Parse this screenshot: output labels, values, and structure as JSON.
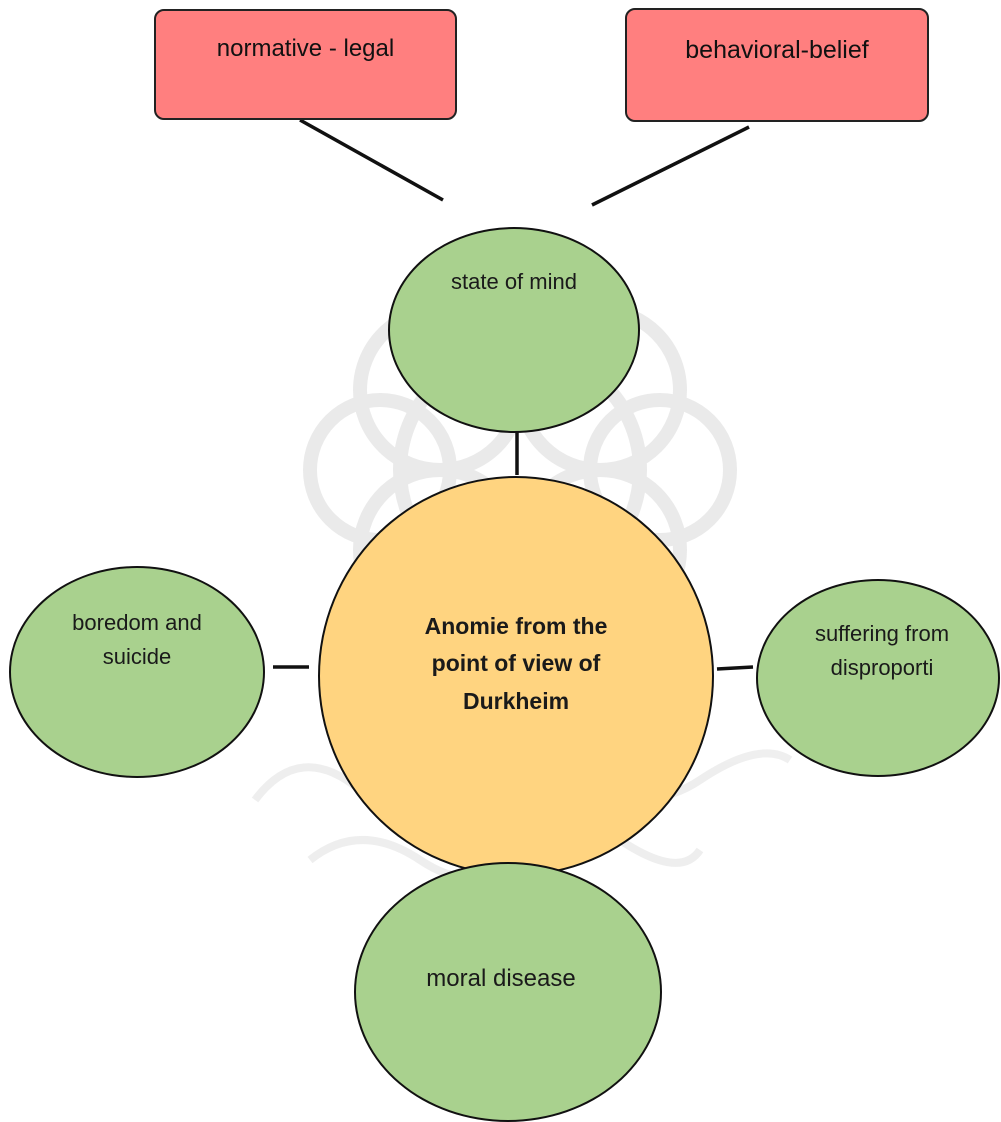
{
  "diagram": {
    "center": {
      "label": "Anomie from the point of view of Durkheim"
    },
    "nodes": {
      "top": "state of mind",
      "left": "boredom and suicide",
      "right": "suffering from disproporti",
      "bottom": "moral disease"
    },
    "boxes": {
      "left": "normative - legal",
      "right": "behavioral-belief"
    }
  },
  "colors": {
    "box_fill": "#ff7f7f",
    "node_fill": "#a9d18e",
    "center_fill": "#ffd480",
    "line": "#111111"
  }
}
